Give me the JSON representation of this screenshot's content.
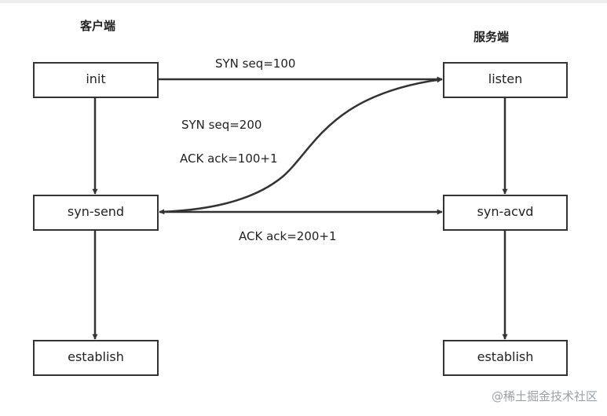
{
  "headings": {
    "client": "客户端",
    "server": "服务端"
  },
  "nodes": {
    "client": {
      "init": "init",
      "syn_send": "syn-send",
      "establish": "establish"
    },
    "server": {
      "listen": "listen",
      "syn_acvd": "syn-acvd",
      "establish": "establish"
    }
  },
  "messages": {
    "syn1": "SYN seq=100",
    "syn2": "SYN seq=200",
    "ack1": "ACK ack=100+1",
    "ack2": "ACK ack=200+1"
  },
  "watermark": "@稀土掘金技术社区"
}
